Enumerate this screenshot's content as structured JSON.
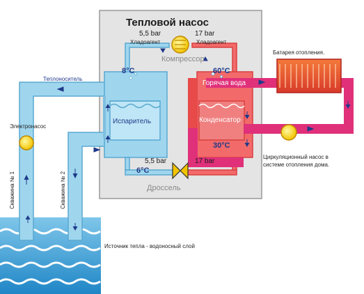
{
  "title": "Тепловой насос",
  "pressure": {
    "top_low": "5,5 bar",
    "top_high": "17 bar",
    "bottom_low": "5,5 bar",
    "bottom_high": "17 bar"
  },
  "labels": {
    "refrigerant_left": "Хладоагент",
    "refrigerant_right": "Хладоагент",
    "compressor": "Компрессор",
    "throttle": "Дроссель",
    "coolant": "Теплоноситель",
    "hot_water": "Горячая вода",
    "evaporator": "Испаритель",
    "condenser": "Конденсатор",
    "electric_pump": "Электронасос",
    "battery": "Батарея отопления.",
    "circ_pump_line1": "Циркуляционный насос в",
    "circ_pump_line2": "системе отопления дома.",
    "well1": "Скважина № 1",
    "well2": "Скважина № 2",
    "heat_source": "Источник тепла - водоносный слой"
  },
  "temps": {
    "evap_in": "8°C",
    "evap_out": "6°C",
    "cond_in": "60°C",
    "cond_out": "30°C"
  },
  "colors": {
    "cold": "#9fd6ee",
    "cold_stroke": "#5aa9d0",
    "hot": "#f26a6a",
    "hot_stroke": "#d94040",
    "pink_pipe": "#e0307a",
    "box": "#e4e4e4",
    "water": "#2f9fd8"
  }
}
